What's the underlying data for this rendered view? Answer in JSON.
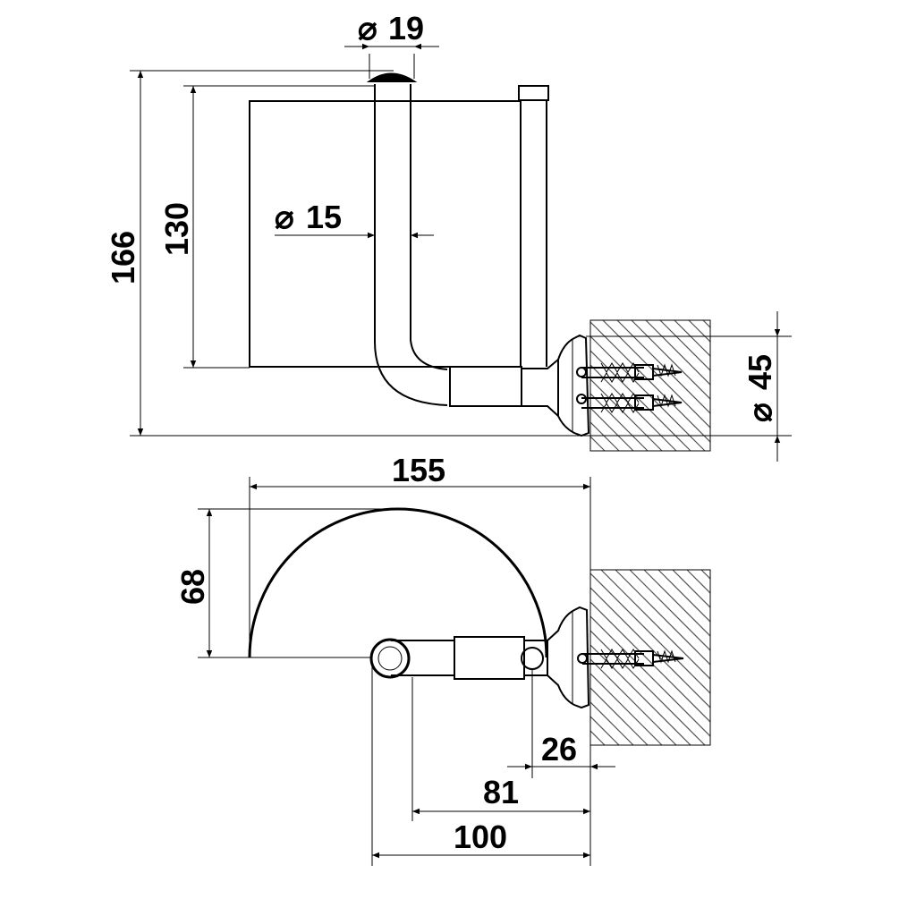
{
  "dimensions": {
    "front_view": {
      "top_knob_diameter": "19",
      "rod_diameter": "15",
      "overall_height": "166",
      "roll_height": "130",
      "flange_diameter": "45"
    },
    "top_view": {
      "overall_depth": "155",
      "roll_projection": "68",
      "rosette_offset": "26",
      "rod_center_offset": "81",
      "arm_depth": "100"
    },
    "diameter_symbol": "⌀"
  }
}
